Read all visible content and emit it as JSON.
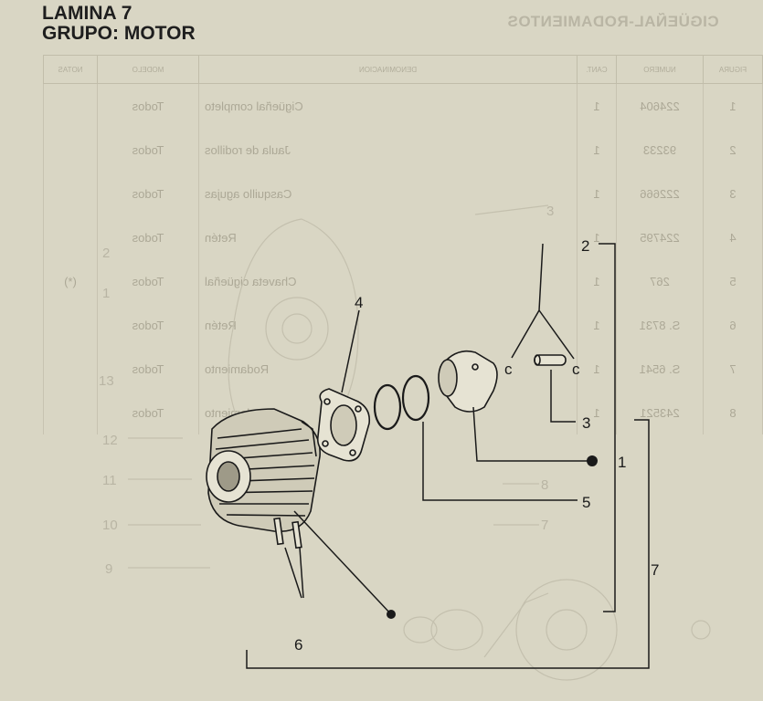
{
  "header": {
    "lamina": "LAMINA 7",
    "grupo": "GRUPO: MOTOR"
  },
  "table_title": "CIGÜEÑAL-RODAMIENTOS",
  "columns": {
    "figura": "FIGURA",
    "numero": "NUMERO",
    "cant": "CANT.",
    "denominacion": "DENOMINACION",
    "modelo": "MODELO",
    "notas": "NOTAS"
  },
  "rows": [
    {
      "figura": "1",
      "numero": "224604",
      "cant": "1",
      "denominacion": "Cigüeñal completo",
      "modelo": "Todos",
      "notas": ""
    },
    {
      "figura": "2",
      "numero": "93233",
      "cant": "1",
      "denominacion": "Jaula de rodillos",
      "modelo": "Todos",
      "notas": ""
    },
    {
      "figura": "3",
      "numero": "222666",
      "cant": "1",
      "denominacion": "Casquillo agujas",
      "modelo": "Todos",
      "notas": ""
    },
    {
      "figura": "4",
      "numero": "224795",
      "cant": "1",
      "denominacion": "Retén",
      "modelo": "Todos",
      "notas": ""
    },
    {
      "figura": "5",
      "numero": "267",
      "cant": "1",
      "denominacion": "Chaveta cigüeñal",
      "modelo": "Todos",
      "notas": "(*)"
    },
    {
      "figura": "6",
      "numero": "S. 8731",
      "cant": "1",
      "denominacion": "Retén",
      "modelo": "Todos",
      "notas": ""
    },
    {
      "figura": "7",
      "numero": "S. 6541",
      "cant": "1",
      "denominacion": "Rodamiento",
      "modelo": "Todos",
      "notas": ""
    },
    {
      "figura": "8",
      "numero": "243521",
      "cant": "1",
      "denominacion": "Rodamiento",
      "modelo": "Todos",
      "notas": ""
    }
  ],
  "ghost_labels": [
    "2",
    "1",
    "13",
    "12",
    "11",
    "10",
    "9",
    "8",
    "7",
    "3"
  ],
  "callouts": {
    "c1": "1",
    "c2": "2",
    "c3": "3",
    "c4": "4",
    "c5": "5",
    "c6": "6",
    "c7": "7",
    "clip_a": "c",
    "clip_b": "c"
  },
  "colors": {
    "paper": "#d9d6c4",
    "ink": "#1a1a1a",
    "faded": "#aca896"
  }
}
